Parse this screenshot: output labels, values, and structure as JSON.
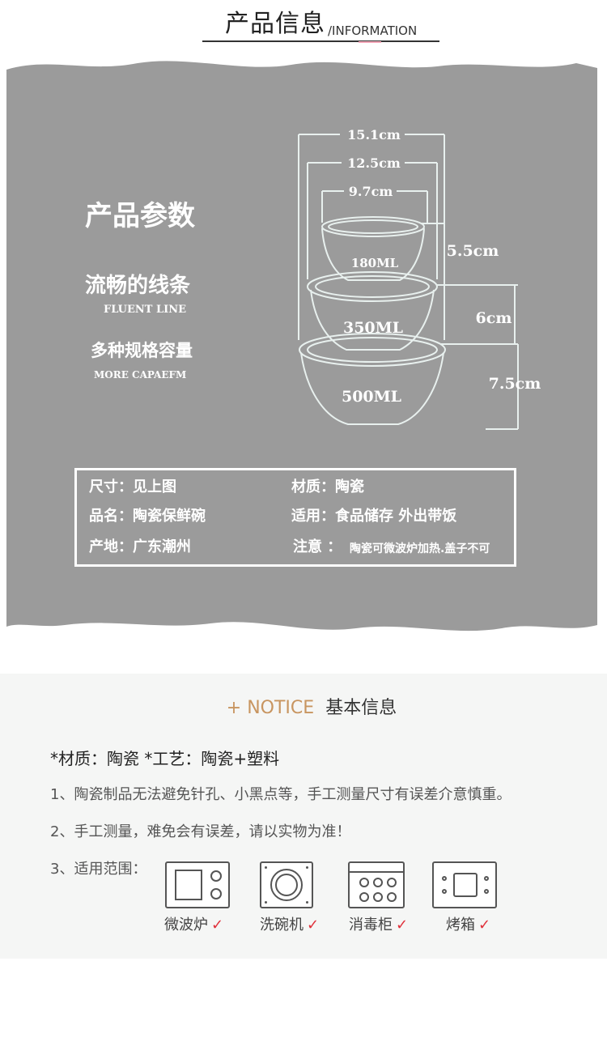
{
  "header": {
    "title_cn": "产品信息",
    "title_en": "/INFORMATION"
  },
  "params": {
    "title": "产品参数",
    "feature1_cn": "流畅的线条",
    "feature1_en": "FLUENT LINE",
    "feature2_cn": "多种规格容量",
    "feature2_en": "MORE CAPAEFM"
  },
  "diagram": {
    "widths": [
      "15.1cm",
      "12.5cm",
      "9.7cm"
    ],
    "heights": [
      "5.5cm",
      "6cm",
      "7.5cm"
    ],
    "bowls": [
      "180ML",
      "350ML",
      "500ML"
    ]
  },
  "info_box": {
    "size": "尺寸：见上图",
    "name": "品名：陶瓷保鲜碗",
    "origin": "产地：广东潮州",
    "material": "材质：陶瓷",
    "use": "适用：食品储存 外出带饭",
    "note_label": "注意 ：",
    "note_text": "陶瓷可微波炉加热.盖子不可"
  },
  "notice": {
    "plus": "+",
    "title_en": "NOTICE",
    "title_cn": "基本信息",
    "material_line": "*材质：陶瓷 *工艺：陶瓷+塑料",
    "line1": "1、陶瓷制品无法避免针孔、小黑点等，手工测量尺寸有误差介意慎重。",
    "line2": "2、手工测量，难免会有误差，请以实物为准！",
    "line3": "3、适用范围：",
    "appliances": [
      {
        "label": "微波炉",
        "icon": "microwave-icon"
      },
      {
        "label": "洗碗机",
        "icon": "dishwasher-icon"
      },
      {
        "label": "消毒柜",
        "icon": "sterilizer-cabinet-icon"
      },
      {
        "label": "烤箱",
        "icon": "oven-icon"
      }
    ],
    "check": "✓"
  },
  "colors": {
    "band": "#9b9b9b",
    "accent": "#c89560",
    "check": "#e0303a"
  }
}
